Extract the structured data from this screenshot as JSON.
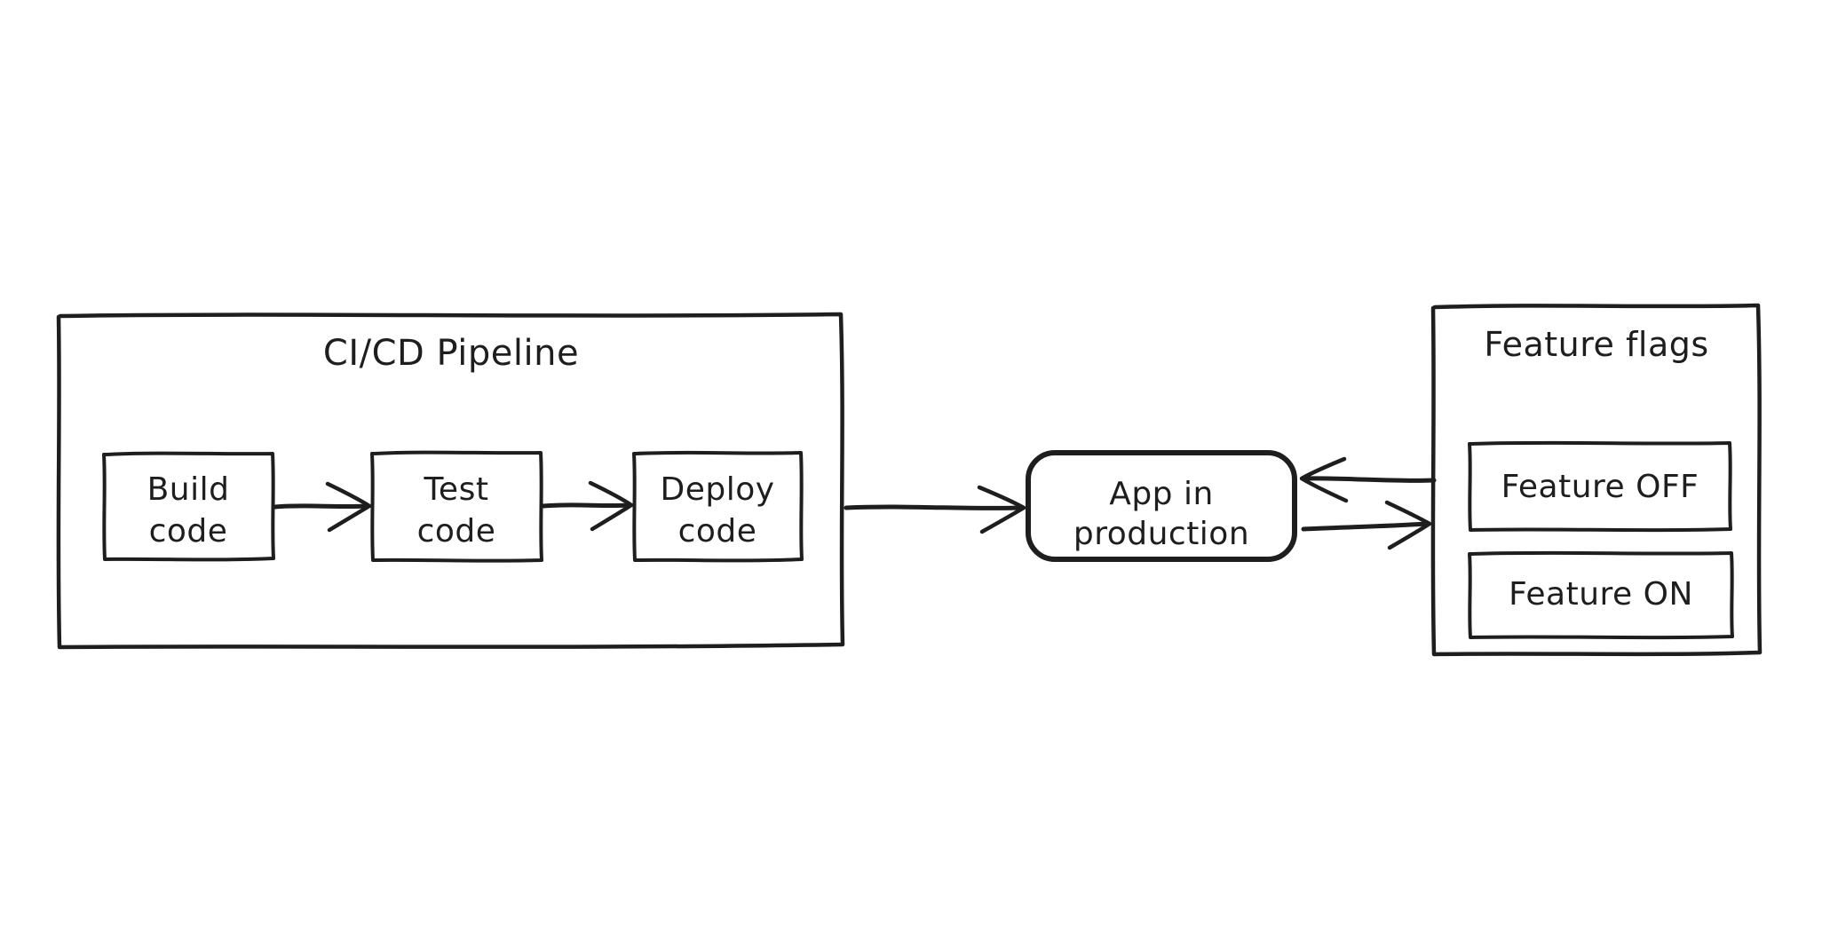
{
  "colors": {
    "stroke": "#1e1e1e",
    "background": "#ffffff"
  },
  "pipeline": {
    "title": "CI/CD Pipeline",
    "steps": [
      {
        "id": "build",
        "line1": "Build",
        "line2": "code"
      },
      {
        "id": "test",
        "line1": "Test",
        "line2": "code"
      },
      {
        "id": "deploy",
        "line1": "Deploy",
        "line2": "code"
      }
    ]
  },
  "app": {
    "line1": "App in",
    "line2": "production"
  },
  "feature_flags": {
    "title": "Feature flags",
    "items": [
      {
        "label": "Feature OFF"
      },
      {
        "label": "Feature ON"
      }
    ]
  },
  "arrows": [
    {
      "from": "Build code",
      "to": "Test code"
    },
    {
      "from": "Test code",
      "to": "Deploy code"
    },
    {
      "from": "CI/CD Pipeline",
      "to": "App in production"
    },
    {
      "from": "Feature flags",
      "to": "App in production"
    },
    {
      "from": "App in production",
      "to": "Feature flags"
    }
  ]
}
